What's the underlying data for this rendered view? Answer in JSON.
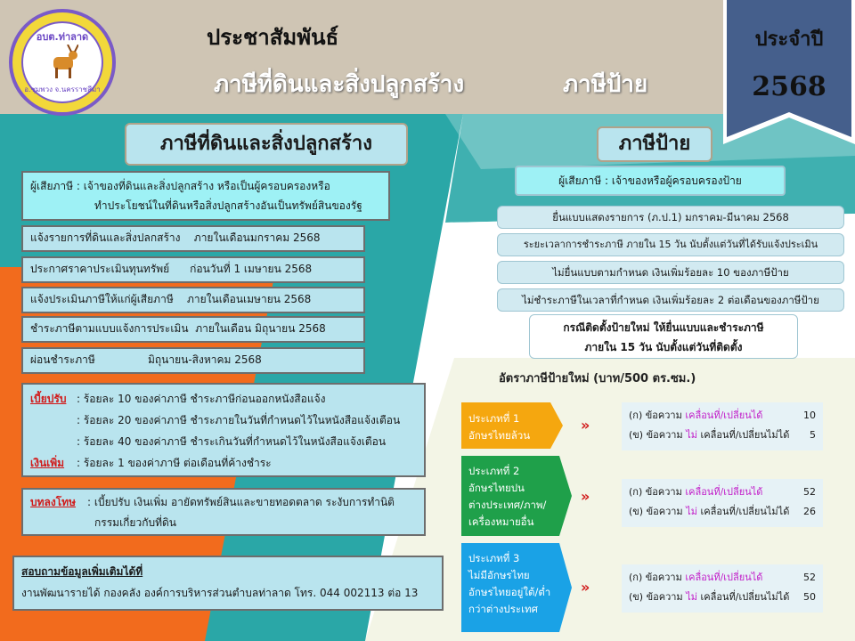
{
  "header": {
    "pr_label": "ประชาสัมพันธ์",
    "title_land": "ภาษีที่ดินและสิ่งปลูกสร้าง",
    "title_sign": "ภาษีป้าย",
    "year_label": "ประจำปี",
    "year_value": "2568",
    "logo_text_top": "อบต.ท่าลาด",
    "logo_text_bottom": "อ.ชุมพวง จ.นครราชสีมา"
  },
  "land": {
    "heading": "ภาษีที่ดินและสิ่งปลูกสร้าง",
    "taxpayer_line1": "ผู้เสียภาษี : เจ้าของที่ดินและสิ่งปลูกสร้าง หรือเป็นผู้ครอบครองหรือ",
    "taxpayer_line2": "ทำประโยชน์ในที่ดินหรือสิ่งปลูกสร้างอันเป็นทรัพย์สินของรัฐ",
    "steps": [
      {
        "label": "แจ้งรายการที่ดินและสิ่งปลกสร้าง",
        "when": "ภายในเดือนมกราคม 2568"
      },
      {
        "label": "ประกาศราคาประเมินทุนทรัพย์",
        "when": "ก่อนวันที่ 1 เมษายน 2568"
      },
      {
        "label": "แจ้งประเมินภาษีให้แก่ผู้เสียภาษี",
        "when": "ภายในเดือนเมษายน 2568"
      },
      {
        "label": "ชำระภาษีตามแบบแจ้งการประเมิน",
        "when": "ภายในเดือน มิถุนายน 2568"
      },
      {
        "label": "ผ่อนชำระภาษี",
        "when": "มิถุนายน-สิงหาคม 2568"
      }
    ],
    "fine_label": "เบี้ยปรับ",
    "fine_lines": [
      ": ร้อยละ 10 ของค่าภาษี ชำระภาษีก่อนออกหนังสือแจ้ง",
      ": ร้อยละ 20 ของค่าภาษี ชำระภายในวันที่กำหนดไว้ในหนังสือแจ้งเตือน",
      ": ร้อยละ 40 ของค่าภาษี ชำระเกินวันที่กำหนดไว้ในหนังสือแจ้งเตือน"
    ],
    "surcharge_label": "เงินเพิ่ม",
    "surcharge_text": ": ร้อยละ 1 ของค่าภาษี ต่อเดือนที่ค้างชำระ",
    "penalty_label": "บทลงโทษ",
    "penalty_line1": ": เบี้ยปรับ เงินเพิ่ม อายัดทรัพย์สินและขายทอดตลาด ระงับการทำนิติ",
    "penalty_line2": "กรรมเกี่ยวกับที่ดิน",
    "contact_title": "สอบถามข้อมูลเพิ่มเติมได้ที่",
    "contact_text": "งานพัฒนารายได้ กองคลัง องค์การบริหารส่วนตำบลท่าลาด โทร. 044 002113 ต่อ 13"
  },
  "sign": {
    "heading": "ภาษีป้าย",
    "taxpayer": "ผู้เสียภาษี : เจ้าของหรือผู้ครอบครองป้าย",
    "items": [
      "ยื่นแบบแสดงรายการ (ภ.ป.1) มกราคม-มีนาคม 2568",
      "ระยะเวลาการชำระภาษี ภายใน 15 วัน นับตั้งแต่วันที่ได้รับแจ้งประเมิน",
      "ไม่ยื่นแบบตามกำหนด เงินเพิ่มร้อยละ 10 ของภาษีป้าย",
      "ไม่ชำระภาษีในเวลาที่กำหนด เงินเพิ่มร้อยละ 2 ต่อเดือนของภาษีป้าย"
    ],
    "new_sign_line1": "กรณีติดตั้งป้ายใหม่ ให้ยื่นแบบและชำระภาษี",
    "new_sign_line2": "ภายใน 15 วัน นับตั้งแต่วันที่ติดตั้ง",
    "rates_title": "อัตราภาษีป้ายใหม่ (บาท/500 ตร.ซม.)",
    "types": [
      {
        "name": "ประเภทที่ 1",
        "desc": [
          "อักษรไทยล้วน"
        ],
        "color": "#f5a70f",
        "rows": [
          {
            "prefix": "(ก) ข้อความ",
            "mid": "",
            "tail": "เคลื่อนที่/เปลี่ยนได้",
            "rate": "10"
          },
          {
            "prefix": "(ข) ข้อความ",
            "mid": "ไม่",
            "tail": "เคลื่อนที่/เปลี่ยนไม่ได้",
            "rate": "5"
          }
        ]
      },
      {
        "name": "ประเภทที่ 2",
        "desc": [
          "อักษรไทยปน",
          "ต่างประเทศ/ภาพ/",
          "เครื่องหมายอื่น"
        ],
        "color": "#1fa04a",
        "rows": [
          {
            "prefix": "(ก) ข้อความ",
            "mid": "",
            "tail": "เคลื่อนที่/เปลี่ยนได้",
            "rate": "52"
          },
          {
            "prefix": "(ข) ข้อความ",
            "mid": "ไม่",
            "tail": "เคลื่อนที่/เปลี่ยนไม่ได้",
            "rate": "26"
          }
        ]
      },
      {
        "name": "ประเภทที่ 3",
        "desc": [
          "ไม่มีอักษรไทย",
          "อักษรไทยอยู่ใต้/ต่ำ",
          "กว่าต่างประเทศ"
        ],
        "color": "#1aa2e6",
        "rows": [
          {
            "prefix": "(ก) ข้อความ",
            "mid": "",
            "tail": "เคลื่อนที่/เปลี่ยนได้",
            "rate": "52"
          },
          {
            "prefix": "(ข) ข้อความ",
            "mid": "ไม่",
            "tail": "เคลื่อนที่/เปลี่ยนไม่ได้",
            "rate": "50"
          }
        ]
      }
    ]
  },
  "colors": {
    "header_bg": "#cfc5b4",
    "year_box": "#455f8c",
    "teal": "#2aa7a7",
    "orange": "#f26b1d",
    "card": "#b9e4ee"
  }
}
